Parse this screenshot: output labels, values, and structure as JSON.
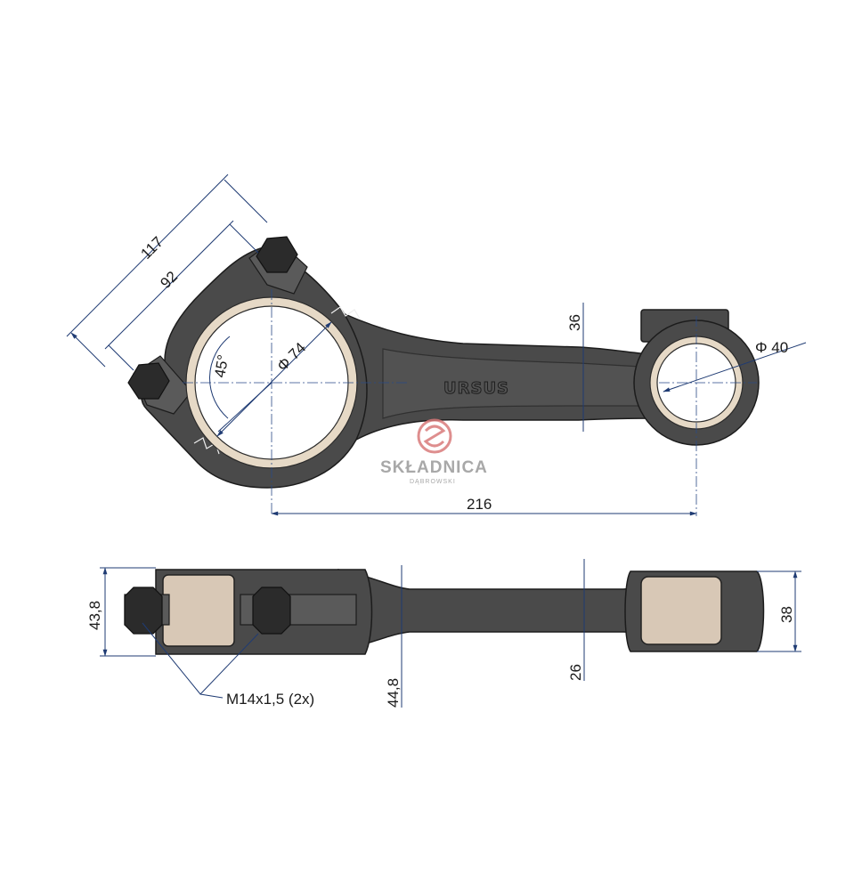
{
  "dimensions": {
    "d117": "117",
    "d92": "92",
    "d45": "45°",
    "d74": "Φ 74",
    "d36": "36",
    "d40": "Φ 40",
    "d216": "216",
    "d43_8": "43,8",
    "d44_8": "44,8",
    "d26": "26",
    "d38": "38",
    "thread": "M14x1,5 (2x)"
  },
  "emboss": "URSUS",
  "watermark": {
    "title": "SKŁADNICA",
    "subtitle": "DĄBROWSKI"
  },
  "colors": {
    "dimension_line": "#1f3b73",
    "body": "#4a4a4a",
    "bearing": "#e6d9c6",
    "watermark_red": "#d97b7b"
  }
}
